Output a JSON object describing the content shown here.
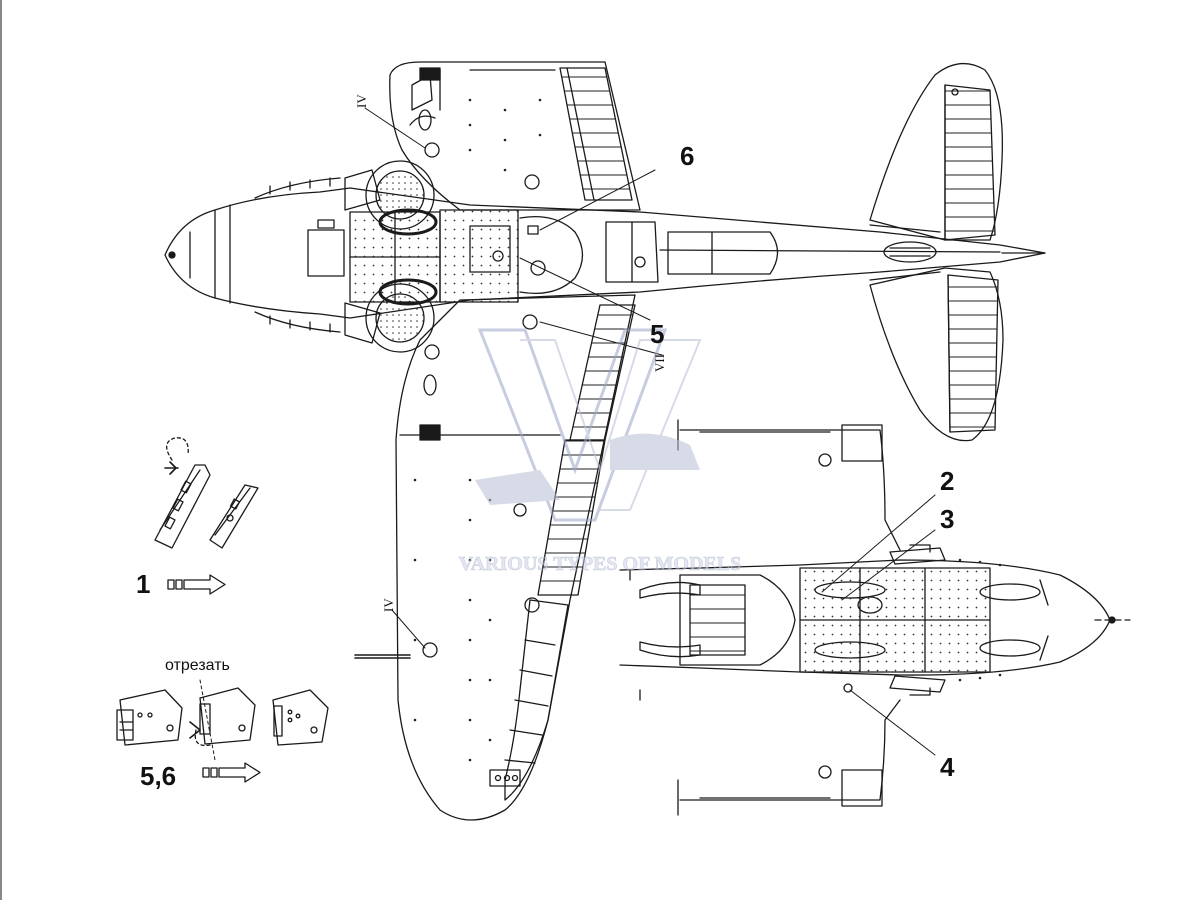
{
  "callouts": {
    "c1": "1",
    "c2": "2",
    "c3": "3",
    "c4": "4",
    "c5": "5",
    "c6": "6",
    "c56": "5,6"
  },
  "roman": {
    "r_iv_top": "IV",
    "r_iv_bottom": "IV",
    "r_vii": "VII"
  },
  "instruction": {
    "cut_text": "отрезать"
  },
  "watermark": {
    "text": "VARIOUS TYPES OF MODELS",
    "color": "#9aa4c4"
  },
  "colors": {
    "line": "#1a1a1a",
    "background": "#ffffff",
    "border": "#888888"
  }
}
